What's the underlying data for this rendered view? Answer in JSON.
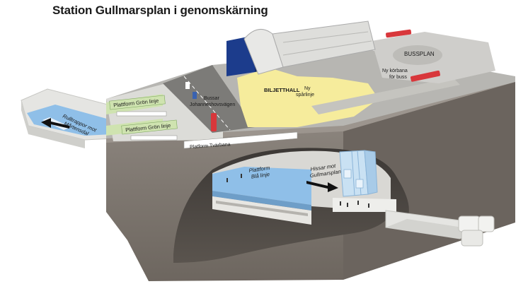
{
  "title": "Station Gullmarsplan i genomskärning",
  "labels": {
    "busstop": "BUSSPLAN",
    "new_road_1": "Ny körbana",
    "new_road_2": "för buss",
    "ticket_hall": "BILJETTHALL",
    "new_track_1": "Ny",
    "new_track_2": "spårlinje",
    "buses_1": "Bussar",
    "buses_2": "Johanneshovsvägen",
    "green_platform_1": "Plattform Grön linje",
    "green_platform_2": "Plattform Grön linje",
    "tvarbana_platform": "Platform Tvärbana",
    "escalators_1": "Rulltrappor mot",
    "escalators_2": "Mårtensdal",
    "blue_platform_1": "Plattform",
    "blue_platform_2": "Blå linje",
    "elevators_1": "Hissar mot",
    "elevators_2": "Gullmarsplan"
  },
  "colors": {
    "rock": "#7e7770",
    "rock_dark": "#5e5852",
    "ground": "#b3b2ae",
    "platform_blue": "#8fbfe8",
    "platform_green": "#cfe3b0",
    "hall_yellow": "#f6ec9c",
    "bus_red": "#d8373b",
    "glass": "#c9e1f3",
    "dark_blue_building": "#1c3c8c"
  }
}
